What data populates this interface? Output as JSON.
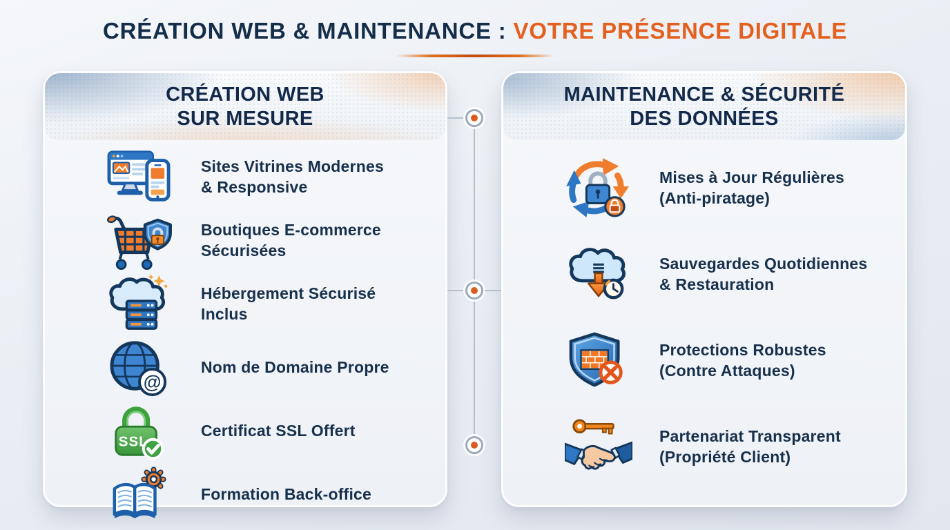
{
  "header": {
    "title_main": "CRÉATION WEB & MAINTENANCE :",
    "title_accent": "VOTRE PRÉSENCE DIGITALE"
  },
  "colors": {
    "navy": "#142d49",
    "orange_accent": "#e4601f",
    "background": "#eaeef4",
    "card": "#f3f5f9",
    "connector_line": "#b3bfcb",
    "connector_dot": "#dd5a1f"
  },
  "left_panel": {
    "title": "CRÉATION WEB\nSUR MESURE",
    "items": [
      {
        "icon": "responsive-devices-icon",
        "label": "Sites Vitrines Modernes\n& Responsive"
      },
      {
        "icon": "secure-ecommerce-cart-icon",
        "label": "Boutiques E-commerce\nSécurisées"
      },
      {
        "icon": "cloud-hosting-servers-icon",
        "label": "Hébergement Sécurisé\nInclus"
      },
      {
        "icon": "domain-globe-icon",
        "label": "Nom de Domaine Propre"
      },
      {
        "icon": "ssl-certificate-lock-icon",
        "label": "Certificat SSL Offert"
      },
      {
        "icon": "backoffice-training-book-icon",
        "label": "Formation Back-office"
      }
    ]
  },
  "right_panel": {
    "title": "MAINTENANCE & SÉCURITÉ\nDES DONNÉES",
    "items": [
      {
        "icon": "updates-sync-lock-icon",
        "label": "Mises à Jour Régulières\n(Anti-piratage)"
      },
      {
        "icon": "cloud-backup-icon",
        "label": "Sauvegardes Quotidiennes\n& Restauration"
      },
      {
        "icon": "firewall-shield-icon",
        "label": "Protections Robustes\n(Contre Attaques)"
      },
      {
        "icon": "handshake-key-icon",
        "label": "Partenariat Transparent\n(Propriété Client)"
      }
    ]
  }
}
